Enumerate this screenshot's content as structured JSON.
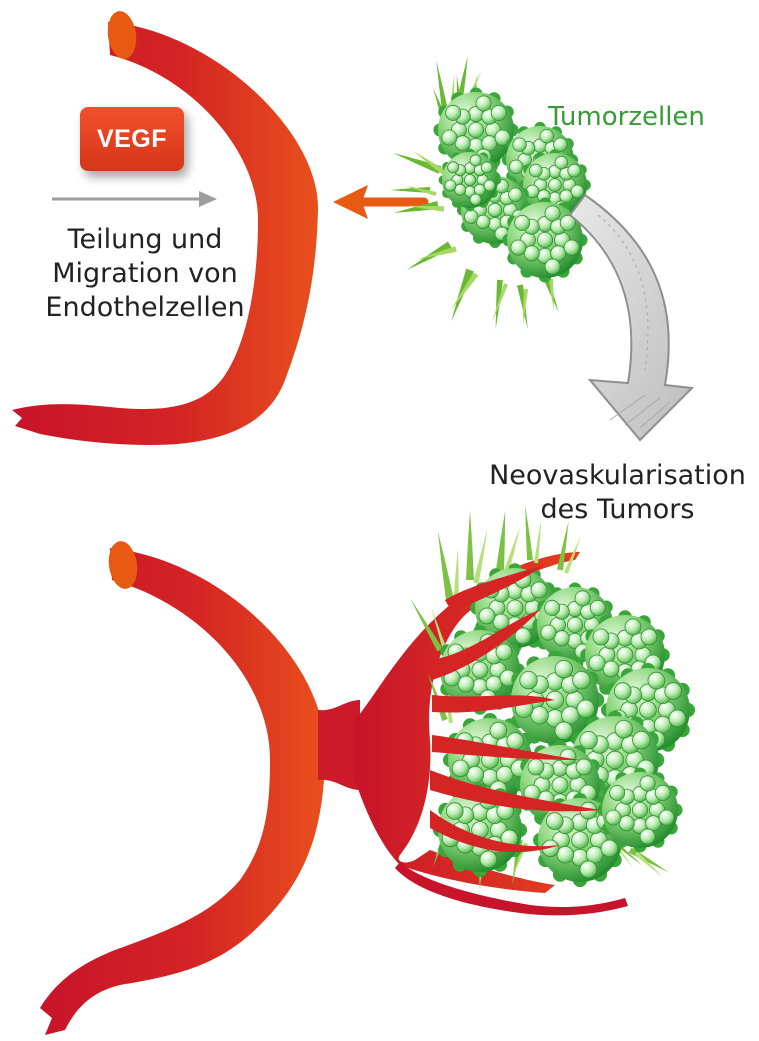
{
  "labels": {
    "vegf": "VEGF",
    "teilung": [
      "Teilung und",
      "Migration von",
      "Endothelzellen"
    ],
    "tumorzellen": "Tumorzellen",
    "neovaskularisation": [
      "Neovaskularisation",
      "des Tumors"
    ]
  },
  "colors": {
    "vessel_dark": "#c8142a",
    "vessel_light": "#e8451a",
    "vessel_end": "#e85a12",
    "vegf_box": "#e44423",
    "arrow_orange": "#e85a12",
    "arrow_gray": "#999999",
    "tumor_text": "#3a9a35",
    "tumor_green": "#3fae3a",
    "tumor_light": "#bfe9b0",
    "grass_green": "#8cc63f"
  }
}
